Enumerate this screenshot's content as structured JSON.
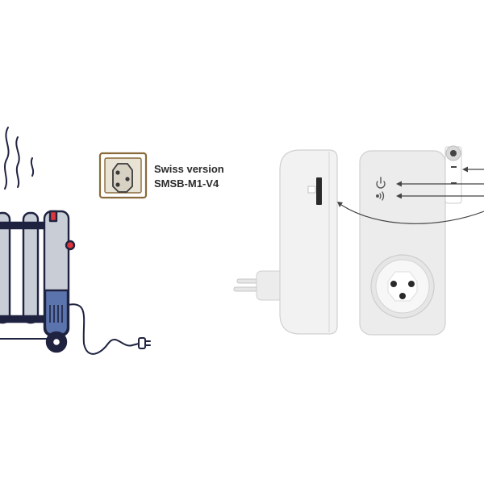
{
  "colors": {
    "outline": "#1f2340",
    "radiator_fin": "#c9ced6",
    "radiator_blue": "#5b74ad",
    "radiator_red": "#e0343c",
    "badge_bg": "#e9e3d6",
    "badge_border": "#8a6a3a",
    "plug_body": "#f1f1f1",
    "plug_edge": "#cfcfcf",
    "arrow": "#444444"
  },
  "radiator": {
    "icon": "oil-radiator-icon",
    "heat": "heat-waves-icon",
    "plug": "power-plug-icon"
  },
  "socket_badge": {
    "icon": "swiss-socket-type-j-icon",
    "line1": "Swiss version",
    "line2": "SMSB-M1-V4"
  },
  "device": {
    "side": "smart-plug-side-view",
    "front": "smart-plug-front-view",
    "power": "power-icon",
    "wifi": "wifi-signal-icon",
    "button": "reset-button-icon"
  }
}
